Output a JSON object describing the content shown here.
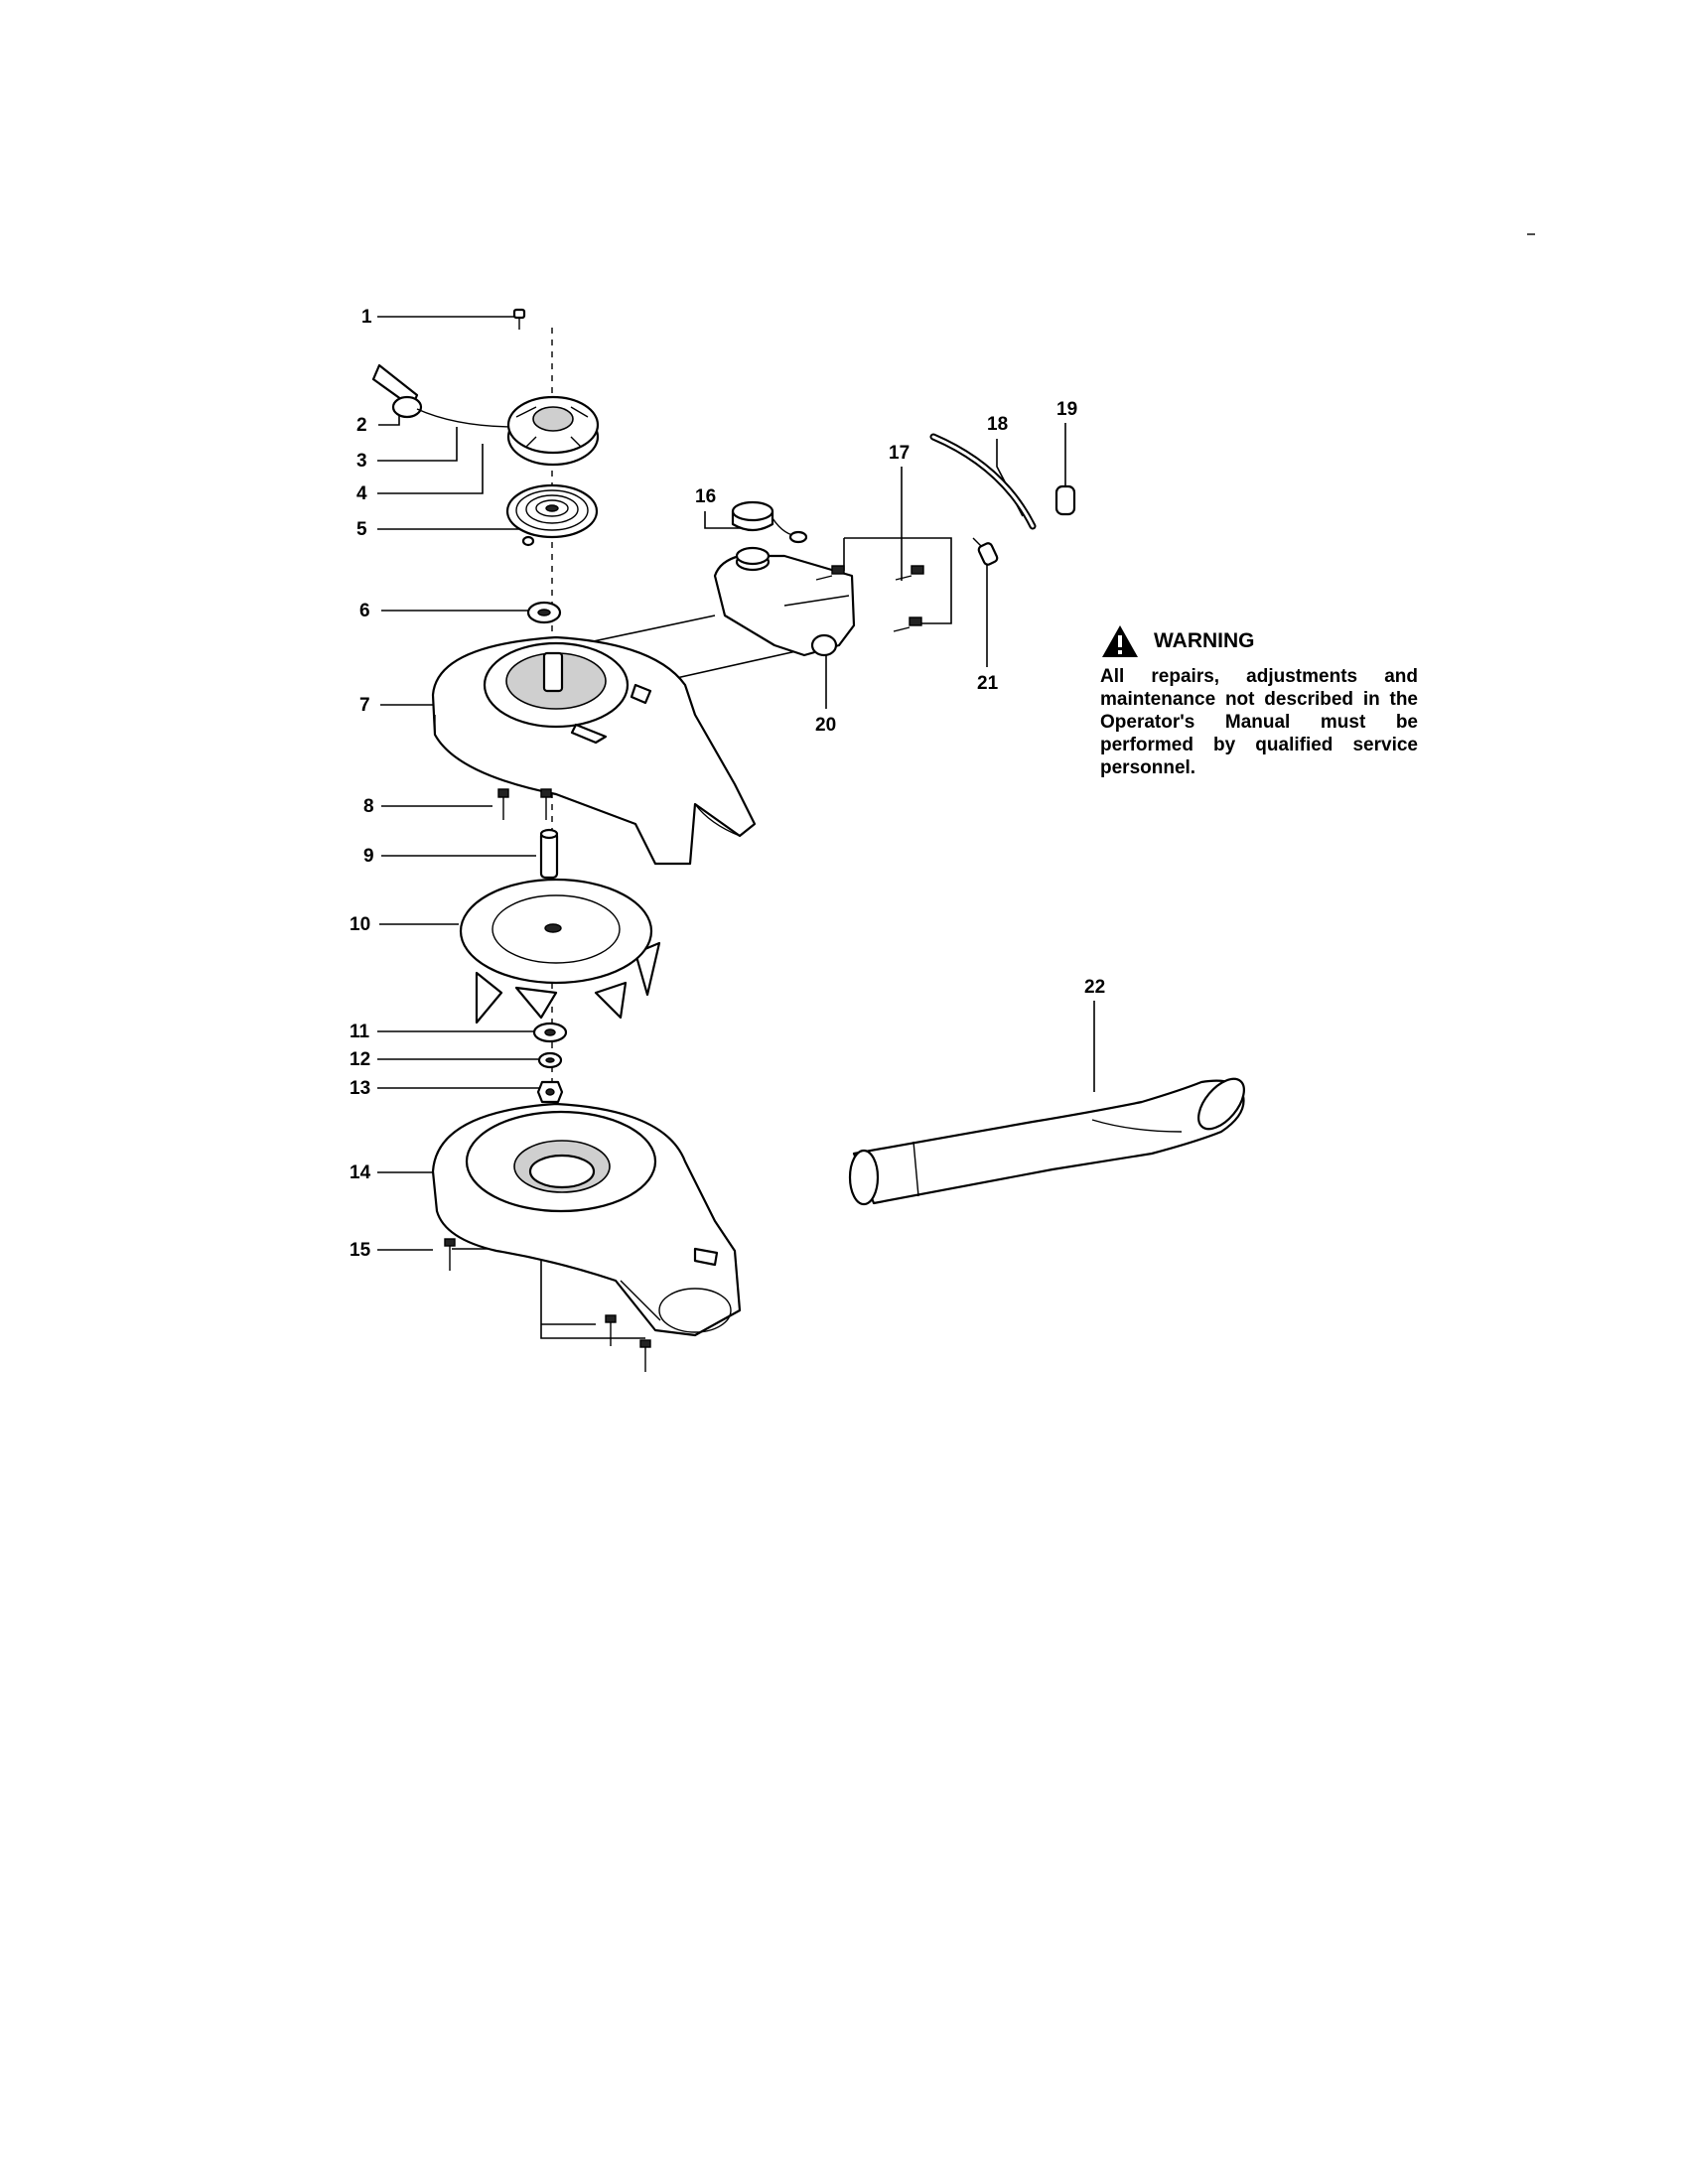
{
  "warning": {
    "title": "WARNING",
    "text": "All repairs, adjustments and maintenance not described in the Operator's Manual must be performed by qualified service personnel.",
    "icon": "warning-triangle-icon"
  },
  "callouts": [
    {
      "id": "1",
      "label": "1"
    },
    {
      "id": "2",
      "label": "2"
    },
    {
      "id": "3",
      "label": "3"
    },
    {
      "id": "4",
      "label": "4"
    },
    {
      "id": "5",
      "label": "5"
    },
    {
      "id": "6",
      "label": "6"
    },
    {
      "id": "7",
      "label": "7"
    },
    {
      "id": "8",
      "label": "8"
    },
    {
      "id": "9",
      "label": "9"
    },
    {
      "id": "10",
      "label": "10"
    },
    {
      "id": "11",
      "label": "11"
    },
    {
      "id": "12",
      "label": "12"
    },
    {
      "id": "13",
      "label": "13"
    },
    {
      "id": "14",
      "label": "14"
    },
    {
      "id": "15",
      "label": "15"
    },
    {
      "id": "16",
      "label": "16"
    },
    {
      "id": "17",
      "label": "17"
    },
    {
      "id": "18",
      "label": "18"
    },
    {
      "id": "19",
      "label": "19"
    },
    {
      "id": "20",
      "label": "20"
    },
    {
      "id": "21",
      "label": "21"
    },
    {
      "id": "22",
      "label": "22"
    }
  ]
}
